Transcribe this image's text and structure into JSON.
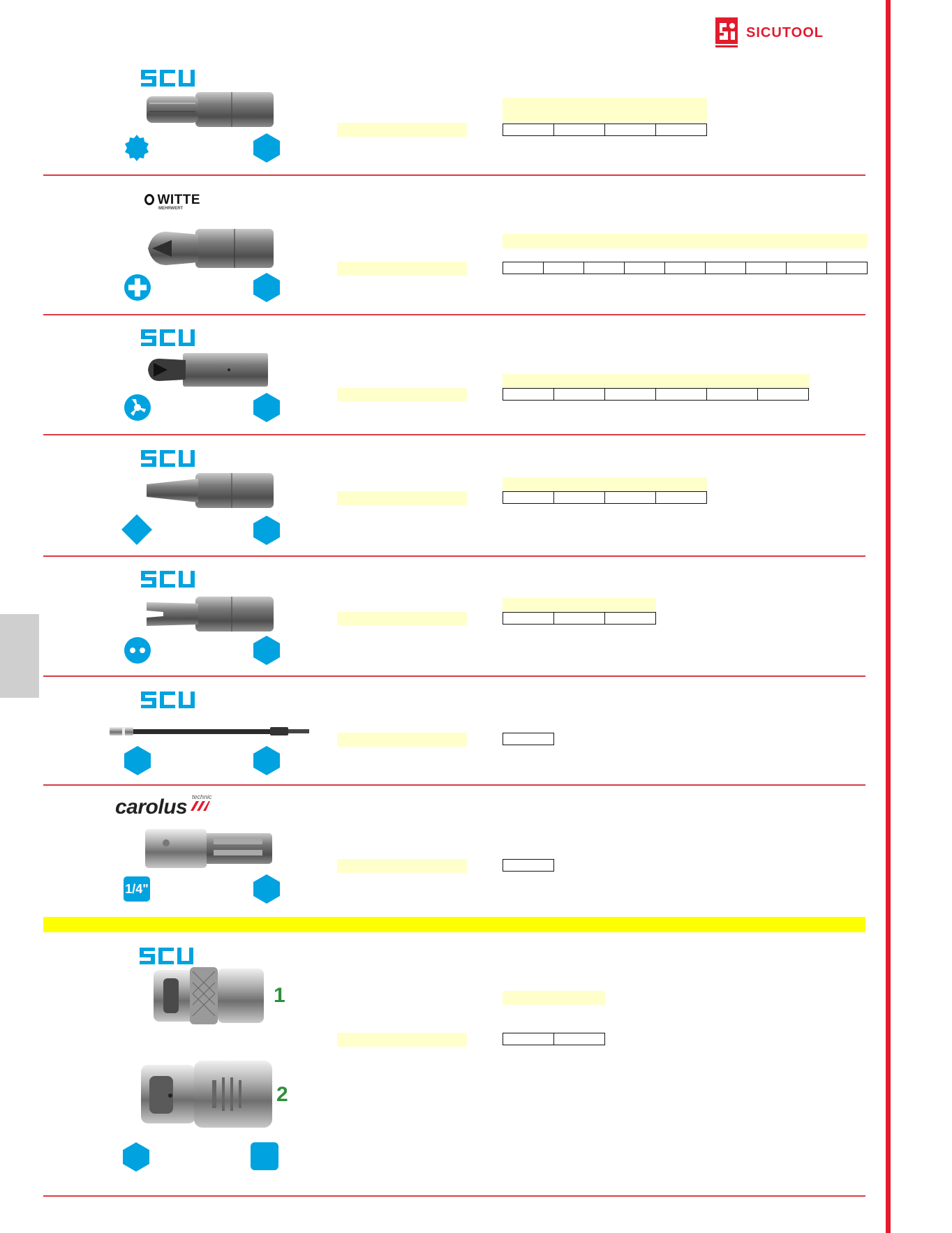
{
  "brand": {
    "name": "SICUTOOL",
    "colors": {
      "red": "#e31b2d",
      "cyan": "#00a2e0",
      "field": "#ffffcc",
      "highlight": "#ffff00"
    }
  },
  "logos": {
    "scu": "SCU",
    "witte": "WITTE",
    "witte_sub": "MEHRWERT",
    "carolus": "carolus",
    "carolus_tag": "technic"
  },
  "rows": [
    {
      "id": "xzn-bit",
      "logo": "scu",
      "tip_icon": "spline-icon",
      "drive_icon": "hex-icon",
      "cells": 4
    },
    {
      "id": "tri-wing-bit",
      "logo": "witte",
      "tip_icon": "phillips-icon",
      "drive_icon": "hex-icon",
      "cells": 9
    },
    {
      "id": "tri-point-bit",
      "logo": "scu",
      "tip_icon": "tri-wing-icon",
      "drive_icon": "hex-icon",
      "cells": 6
    },
    {
      "id": "square-bit",
      "logo": "scu",
      "tip_icon": "square-icon",
      "drive_icon": "hex-icon",
      "cells": 4
    },
    {
      "id": "spanner-bit",
      "logo": "scu",
      "tip_icon": "two-hole-icon",
      "drive_icon": "hex-icon",
      "cells": 3
    },
    {
      "id": "extension-bit",
      "logo": "scu",
      "tip_icon": "hex-icon",
      "drive_icon": "hex-icon",
      "cells": 1
    },
    {
      "id": "square-adapter",
      "logo": "carolus",
      "tip_icon": "quarter-inch-icon",
      "drive_icon": "hex-icon",
      "cells": 1,
      "tip_label": "1/4\""
    },
    {
      "id": "bit-holder",
      "logo": "scu",
      "tip_icon": "hex-icon",
      "drive_icon": "square-drive-icon",
      "cells": 2
    }
  ],
  "variants": {
    "v1": "1",
    "v2": "2"
  }
}
